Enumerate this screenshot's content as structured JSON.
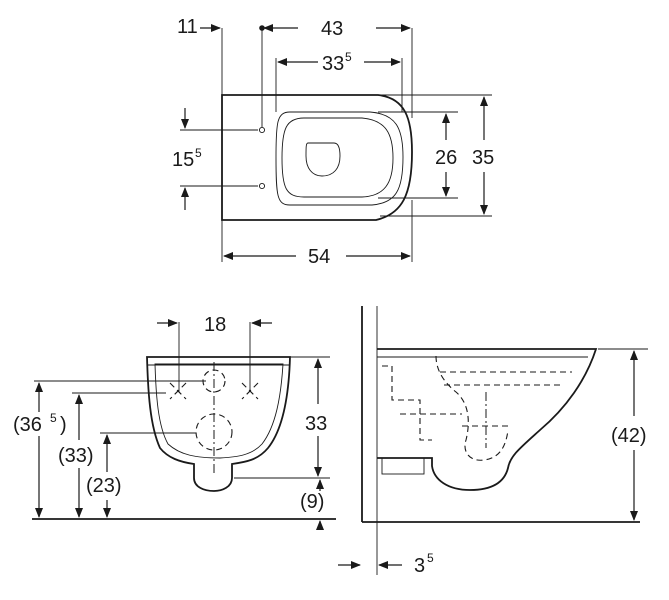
{
  "top_view": {
    "dim_11": "11",
    "dim_43": "43",
    "dim_33_5": {
      "base": "33",
      "sup": "5"
    },
    "dim_15_5": {
      "base": "15",
      "sup": "5"
    },
    "dim_26": "26",
    "dim_35": "35",
    "dim_54": "54"
  },
  "front_view": {
    "dim_18": "18",
    "dim_36_5": {
      "base": "(36",
      "sup": "5",
      "close": ")"
    },
    "dim_33_paren": "(33)",
    "dim_23_paren": "(23)",
    "dim_33": "33",
    "dim_9_paren": "(9)"
  },
  "side_view": {
    "dim_42_paren": "(42)",
    "dim_3_5": {
      "base": "3",
      "sup": "5"
    }
  },
  "colors": {
    "line": "#1a1a1a",
    "background": "#ffffff"
  }
}
